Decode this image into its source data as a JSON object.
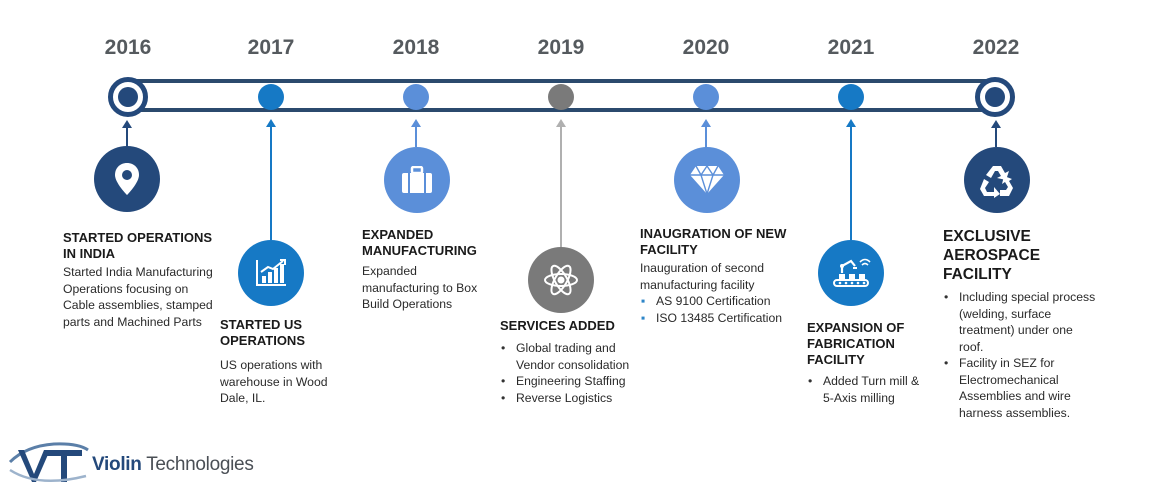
{
  "timeline": {
    "years": [
      "2016",
      "2017",
      "2018",
      "2019",
      "2020",
      "2021",
      "2022"
    ],
    "colors": {
      "track": "#2b4a6d",
      "dark_blue": "#24497b",
      "medium_blue": "#1679c5",
      "light_blue": "#5b8fd9",
      "gray": "#7a7a7a",
      "light_gray": "#b0b0b0"
    }
  },
  "milestones": [
    {
      "heading": "STARTED OPERATIONS IN INDIA",
      "description": "Started India Manufacturing Operations focusing on Cable assemblies, stamped parts and Machined Parts",
      "icon": "map-pin-icon"
    },
    {
      "heading": "STARTED US OPERATIONS",
      "description": "US operations with warehouse in Wood Dale, IL.",
      "icon": "growth-chart-icon"
    },
    {
      "heading": "EXPANDED MANUFACTURING",
      "description": "Expanded manufacturing to Box Build Operations",
      "icon": "briefcase-icon"
    },
    {
      "heading": "SERVICES ADDED",
      "bullets": [
        "Global trading and Vendor consolidation",
        "Engineering Staffing",
        "Reverse Logistics"
      ],
      "icon": "atom-icon"
    },
    {
      "heading": "INAUGRATION OF NEW FACILITY",
      "description": "Inauguration of second manufacturing facility",
      "bullets": [
        "AS 9100 Certification",
        "ISO 13485 Certification"
      ],
      "icon": "diamond-icon"
    },
    {
      "heading": "EXPANSION OF FABRICATION FACILITY",
      "bullets": [
        "Added Turn mill & 5-Axis milling"
      ],
      "icon": "robotic-factory-icon"
    },
    {
      "heading": "EXCLUSIVE AEROSPACE FACILITY",
      "bullets": [
        "Including special process (welding, surface treatment) under one roof.",
        "Facility in SEZ for Electromechanical Assemblies and wire harness assemblies."
      ],
      "icon": "recycle-icon"
    }
  ],
  "logo": {
    "monogram": "VT",
    "name_bold": "Violin",
    "name_rest": " Technologies"
  }
}
